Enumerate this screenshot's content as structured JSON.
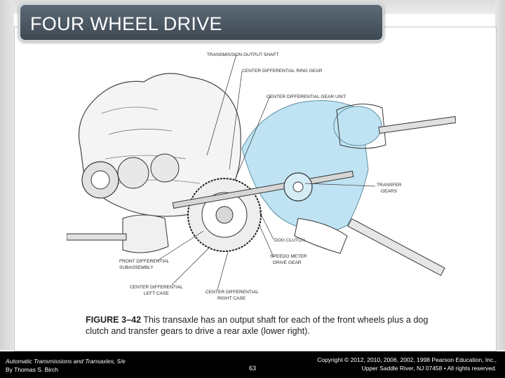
{
  "slide": {
    "title": "FOUR WHEEL DRIVE",
    "page_number": "63"
  },
  "diagram": {
    "highlight_color": "#bfe3f2",
    "labels": {
      "transmission_output_shaft": "TRANSMISSION OUTPUT SHAFT",
      "center_diff_ring_gear": "CENTER DIFFERENTIAL RING GEAR",
      "center_diff_gear_unit": "CENTER DIFFERENTIAL GEAR UNIT",
      "transfer_gears_1": "TRANSFER",
      "transfer_gears_2": "GEARS",
      "dog_clutch": "DOG CLUTCH",
      "speedometer_1": "SPEEDO METER",
      "speedometer_2": "DRIVE GEAR",
      "front_diff_1": "FRONT DIFFERENTIAL",
      "front_diff_2": "SUBASSEMBLY",
      "center_left_1": "CENTER DIFFERENTIAL",
      "center_left_2": "LEFT CASE",
      "center_right_1": "CENTER DIFFERENTIAL",
      "center_right_2": "RIGHT CASE"
    }
  },
  "caption": {
    "figure_number": "FIGURE 3–42",
    "text": " This transaxle has an output shaft for each of the front wheels plus a dog clutch and transfer gears to drive a rear axle (lower right)."
  },
  "footer": {
    "book_title": "Automatic Transmissions and Transaxles, 5/e",
    "author": "By Thomas S. Birch",
    "copyright_line1": "Copyright © 2012, 2010, 2006, 2002, 1998 Pearson Education, Inc.,",
    "copyright_line2": "Upper Saddle River, NJ 07458 • All rights reserved."
  }
}
